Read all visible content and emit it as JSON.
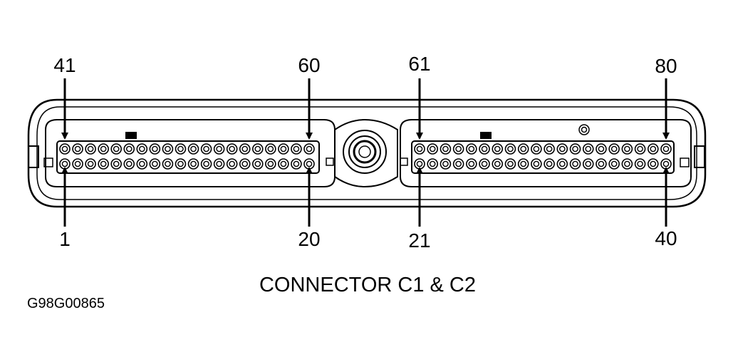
{
  "pin_labels": {
    "c1_top_left": "41",
    "c1_top_right": "60",
    "c1_bottom_left": "1",
    "c1_bottom_right": "20",
    "c2_top_left": "61",
    "c2_top_right": "80",
    "c2_bottom_left": "21",
    "c2_bottom_right": "40"
  },
  "caption": "CONNECTOR C1 & C2",
  "figure_id": "G98G00865",
  "connectors": [
    {
      "name": "C1",
      "pins_per_row": 20,
      "rows": 2
    },
    {
      "name": "C2",
      "pins_per_row": 20,
      "rows": 2
    }
  ],
  "colors": {
    "ink": "#000000",
    "paper": "#ffffff"
  }
}
